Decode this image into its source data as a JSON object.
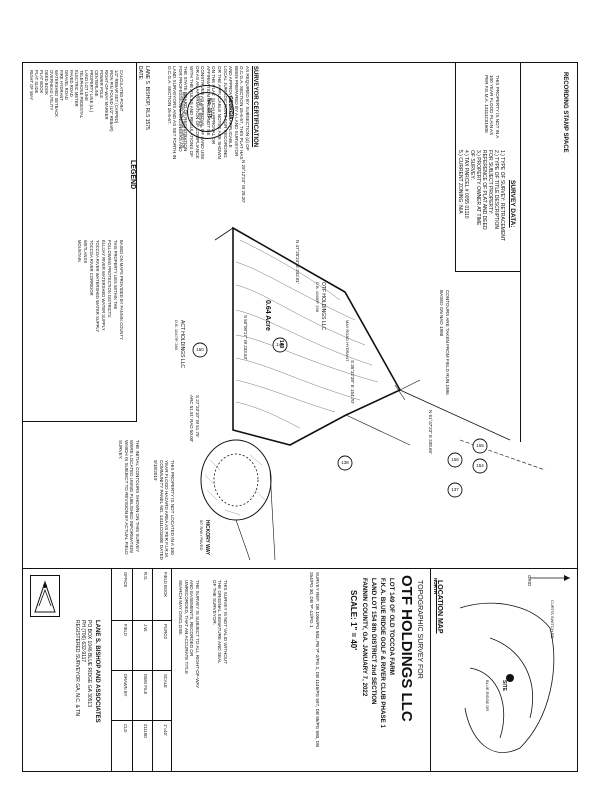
{
  "recording": {
    "label": "RECORDING STAMP SPACE"
  },
  "survey_data": {
    "heading": "SURVEY DATA:",
    "lines": [
      "1.) TYPE OF SURVEY: RETRACEMENT",
      "2.) TYPE OF TITLE DESCRIPTION",
      "    FOR SUBJECT PROPERTY:",
      "    REFERENCE OF PLAT AND DEED",
      "3.) PROPERTY OWNER AT TIME",
      "    OF SURVEY:",
      "4.) TAX PARCEL # 0055 01110",
      "5.) CURRENT ZONING: N/A"
    ],
    "contours": "CONTOURS ARE TAKEN FROM FIELD RUN 1996 BASED ON NAD 1988",
    "accuracy": "THIS PROPERTY IS NOT IN A 100 YEAR FLOOD PLAIN AS PER F.E.M.A. 13111C0160E"
  },
  "legend": {
    "heading": "LEGEND",
    "items": [
      "CALCULATED POINT",
      "1/2\" REBAR SET (CAPPED)",
      "IRON PIN FOUND (1/2\" REBAR)",
      "RIGHT-OF-WAY MARKER",
      "POWER POLE",
      "CENTERLINE",
      "PROPERTY LINE (LL)",
      "LAND LOT LINE",
      "TELEPHONE PEDESTAL",
      "ELECTRIC METER",
      "PAVED ROAD",
      "GRAVEL ROAD",
      "FIRE HYDRANT",
      "WATERSHED SETBACK",
      "OVERHEAD UTILITY",
      "DEED BOOK",
      "PLAT BOOK",
      "PLAT SLIDE",
      "RIGHT OF WAY"
    ],
    "notes": [
      "BASED ON MAPS PROVIDED BY FANNIN COUNTY",
      "THIS PROPERTY LIES WITHIN THE",
      "FOLLOWING PROTECTION DISTRICTS:",
      "ELLIJAY RIVER WATERSHED WATER SUPPLY",
      "TOCCOA RIVER WATERSHED WATER SUPPLY",
      "TOCCOA RIVER CORRIDOR",
      "WETLANDS",
      "MOUNTAIN"
    ]
  },
  "certification": {
    "heading": "SURVEYOR CERTIFICATION",
    "text": "AS REQUIRED BY SUBSECTION (d) OF O.C.G.A. SECTION 15-6-67, THIS PLAT HAS BEEN PREPARED BY A LAND SURVEYOR AND APPROVED BY ALL APPLICABLE LOCAL JURISDICTIONS FOR RECORDING OR THE APPLICABLE NOTES ARE SHOWN ON THE PLAT. SUCH APPROVAL OR AFFIRMATION SHOULD NOT BE CONSTRUED AS APPROVAL OF LAND USE OR AS AN AFFIRMATION OF COMPLIANCE WITH THE RULES AND REGULATIONS OF THE STATE BOARD OF REGISTRATION FOR PROFESSIONAL ENGINEERS AND LAND SURVEYORS AND AS SET FORTH IN O.C.G.A. SECTION 15-6-67.",
    "signature_line": "LANE S. BISHOP, RLS 1575",
    "date_label": "DATE:"
  },
  "seal": {
    "top": "GEORGIA",
    "number": "No. 1575",
    "name": "LANE S. BISHOP",
    "bottom": "PROFESSIONAL LAND SURVEYOR"
  },
  "plat": {
    "owner_label": "OTF HOLDINGS LLC",
    "owner_ref": "D.B. 1066/P. 298",
    "lot": "149",
    "area": "0.64 Acre",
    "adjacent": "ACT HOLDINGS LLC",
    "adjacent_ref": "D.B. 1047/P. 280",
    "road": "HICKORY WAY",
    "road_sub": "50' R/W / PAVED",
    "lot_labels": [
      "150",
      "148",
      "154",
      "155",
      "156",
      "137",
      "138"
    ],
    "bearings": [
      "N 29°12'23\" W 28.20'",
      "N 47°25'24\" E 242.81'",
      "S 50°00'17\" W 233.53'",
      "S 35°32'38\" E 154.70'",
      "S 27°33'10\" W 51.75'",
      "ARC 51.91' RAD 50.00'",
      "N 61°47'23\" E 238.65'",
      "MAY ROAD HYDRANT"
    ]
  },
  "restrictions": {
    "flood_note": "THIS PROPERTY IS NOT LOCATED IN A 100 YEAR FLOOD HAZARD AREA AS PER F.I.R.M. COMMUNITY PANEL NO. 13111C0160E DATED 9/18/2019",
    "water_note": "THE INITIAL CONTOURS SHOWN ON THIS SURVEY WERE LOCATED USING PUBLISHED INFORMATION WHICH IS SUBJECT TO REVISION BY ACTUAL FIELD SURVEY."
  },
  "title": {
    "subtitle": "TOPOGRAPHIC SURVEY FOR",
    "client": "OTF HOLDINGS LLC",
    "lot_line": "LOT 149 OF OLD TOCCOA FARM",
    "fka": "F.K.A. BLUE RIDGE GOLF & RIVER CLUB PHASE 1",
    "land_lot": "LAND LOT 154  8th DISTRICT  2nd SECTION",
    "county": "FANNIN COUNTY, GA.   JANUARY 7, 2022",
    "scale": "SCALE: 1\" = 40'",
    "ref": "SURVEY REF: DB 1066/PG 583, PB 'P'-2/PG 2, DB 1146/PG 597, DB 85/PG 580, DB 254/PG 30, DB 'P'-12/PG 1",
    "notes": [
      "THIS SURVEY IS NOT VALID WITHOUT THE ORIGINAL SIGNATURE AND SEAL OF THE SURVEYOR.",
      "THE SURVEY IS SUBJECT TO ALL RIGHT-OF-WAY AND EASEMENTS, RECORDED OR UNRECORDED, THAT AN ACCURATE TITLE SEARCH MAY DISCLOSE."
    ]
  },
  "company": {
    "name": "LANE S. BISHOP AND ASSOCIATES",
    "addr": "PO BOX 1046  BLUE RIDGE GA 30513",
    "phone": "PH (706) 632-9117",
    "reg": "REGISTERED SURVEYOR GA, N.C. & TN"
  },
  "job_grid": {
    "cells": [
      "OFFICE",
      "FIELD",
      "DRAWN BY",
      "CLD",
      "R.G.",
      "J.W.",
      "DWG FILE",
      "21119D",
      "FIELD BOOK",
      "P1/RO2",
      "SCALE",
      "1\"=40'"
    ]
  },
  "location_map": {
    "heading": "LOCATION MAP",
    "north": "NORTH",
    "grid": "GRID",
    "site": "SITE",
    "roads": [
      "CURTIS SWITCH RD",
      "BLUE RIDGE DR"
    ]
  }
}
